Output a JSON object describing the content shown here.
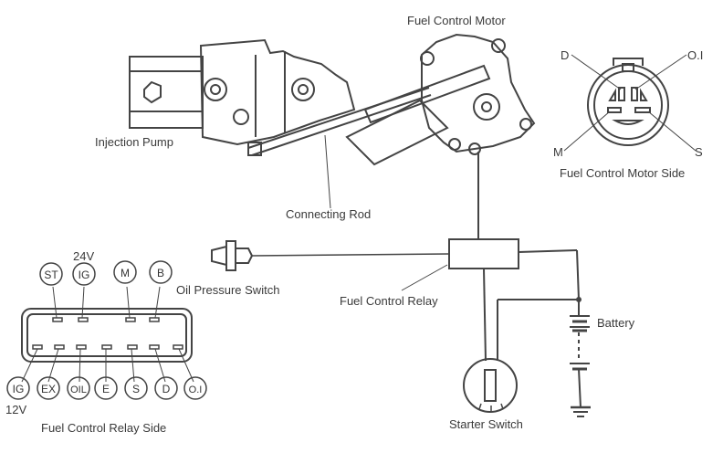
{
  "labels": {
    "fuel_control_motor": "Fuel Control Motor",
    "injection_pump": "Injection Pump",
    "connecting_rod": "Connecting Rod",
    "fuel_control_motor_side": "Fuel Control Motor Side",
    "oil_pressure_switch": "Oil Pressure Switch",
    "fuel_control_relay": "Fuel Control Relay",
    "battery": "Battery",
    "starter_switch": "Starter Switch",
    "fuel_control_relay_side": "Fuel Control Relay Side",
    "v24": "24V",
    "v12": "12V"
  },
  "motor_connector_pins": {
    "D": "D",
    "OI": "O.I",
    "M": "M",
    "S": "S"
  },
  "relay_top_pins": [
    "ST",
    "IG",
    "M",
    "B"
  ],
  "relay_bottom_pins": [
    "IG",
    "EX",
    "OIL",
    "E",
    "S",
    "D",
    "O.I"
  ]
}
